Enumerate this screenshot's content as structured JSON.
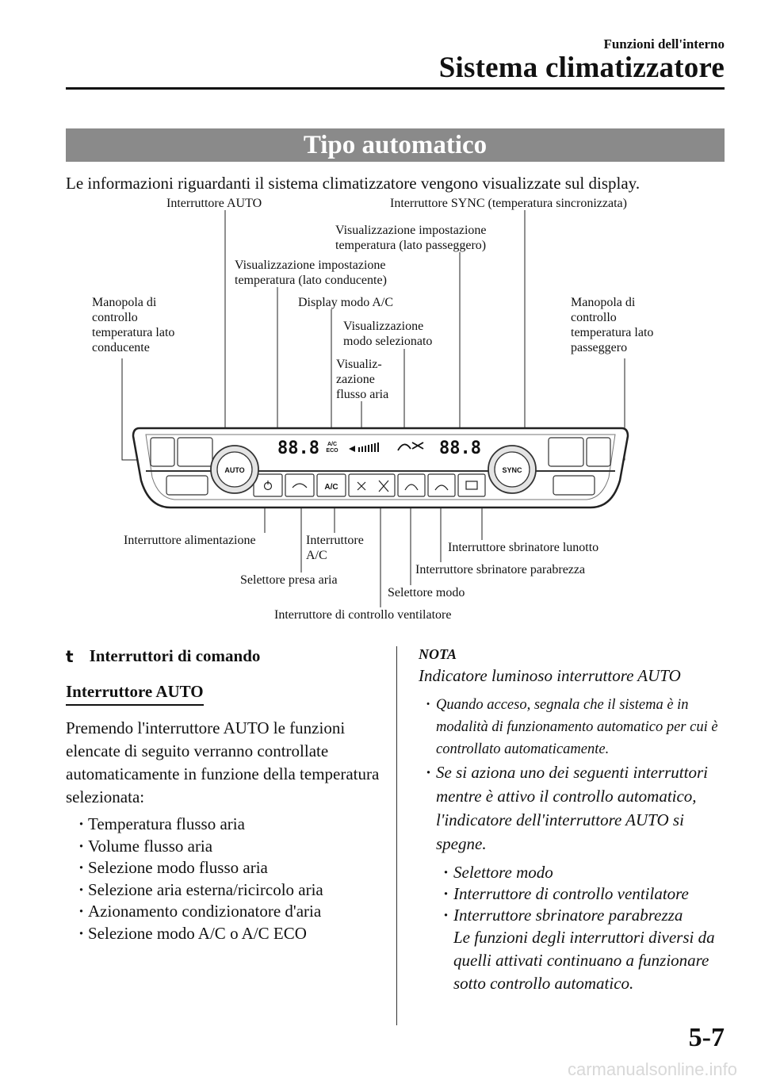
{
  "header": {
    "chapter": "Funzioni dell'interno",
    "title": "Sistema climatizzatore"
  },
  "section": {
    "title": "Tipo automatico",
    "intro": "Le informazioni riguardanti il sistema climatizzatore vengono visualizzate sul display."
  },
  "diagram": {
    "labels": {
      "auto_switch": "Interruttore AUTO",
      "sync_switch": "Interruttore SYNC (temperatura sincronizzata)",
      "pass_temp_display": "Visualizzazione impostazione\ntemperatura (lato passeggero)",
      "driver_temp_display": "Visualizzazione impostazione\ntemperatura (lato conducente)",
      "driver_knob": "Manopola di\ncontrollo\ntemperatura lato\nconducente",
      "ac_display": "Display modo A/C",
      "pass_knob": "Manopola di\ncontrollo\ntemperatura lato\npasseggero",
      "mode_display": "Visualizzazione\nmodo selezionato",
      "airflow_display": "Visualiz-\nzazione\nflusso aria",
      "power_switch": "Interruttore alimentazione",
      "ac_switch": "Interruttore\nA/C",
      "rear_defrost": "Interruttore sbrinatore lunotto",
      "intake_selector": "Selettore presa aria",
      "windshield_defrost": "Interruttore sbrinatore parabrezza",
      "mode_selector": "Selettore modo",
      "fan_switch": "Interruttore di controllo ventilatore"
    },
    "panel": {
      "auto_knob_text": "AUTO",
      "sync_knob_text": "SYNC",
      "left_temp": "88.8",
      "right_temp": "88.8",
      "ac_badge_top": "A/C",
      "ac_badge_bottom": "ECO",
      "ac_button": "A/C"
    }
  },
  "left_col": {
    "subheading": "Interruttori di comando",
    "marker": "t",
    "topic": "Interruttore AUTO",
    "paragraph": "Premendo l'interruttore AUTO le funzioni elencate di seguito verranno controllate automaticamente in funzione della temperatura selezionata:",
    "items": [
      "Temperatura flusso aria",
      "Volume flusso aria",
      "Selezione modo flusso aria",
      "Selezione aria esterna/ricircolo aria",
      "Azionamento condizionatore d'aria",
      "Selezione modo A/C o A/C ECO"
    ]
  },
  "right_col": {
    "nota": "NOTA",
    "nota_sub": "Indicatore luminoso interruttore AUTO",
    "b1": "Quando acceso, segnala che il sistema è in modalità di funzionamento automatico per cui è controllato automaticamente.",
    "b2": "Se si aziona uno dei seguenti interruttori mentre è attivo il controllo automatico, l'indicatore dell'interruttore AUTO si spegne.",
    "nested": [
      "Selettore modo",
      "Interruttore di controllo ventilatore",
      "Interruttore sbrinatore parabrezza"
    ],
    "continuation": "Le funzioni degli interruttori diversi da quelli attivati continuano a funzionare sotto controllo automatico."
  },
  "footer": {
    "page_number": "5-7",
    "watermark": "carmanualsonline.info"
  }
}
